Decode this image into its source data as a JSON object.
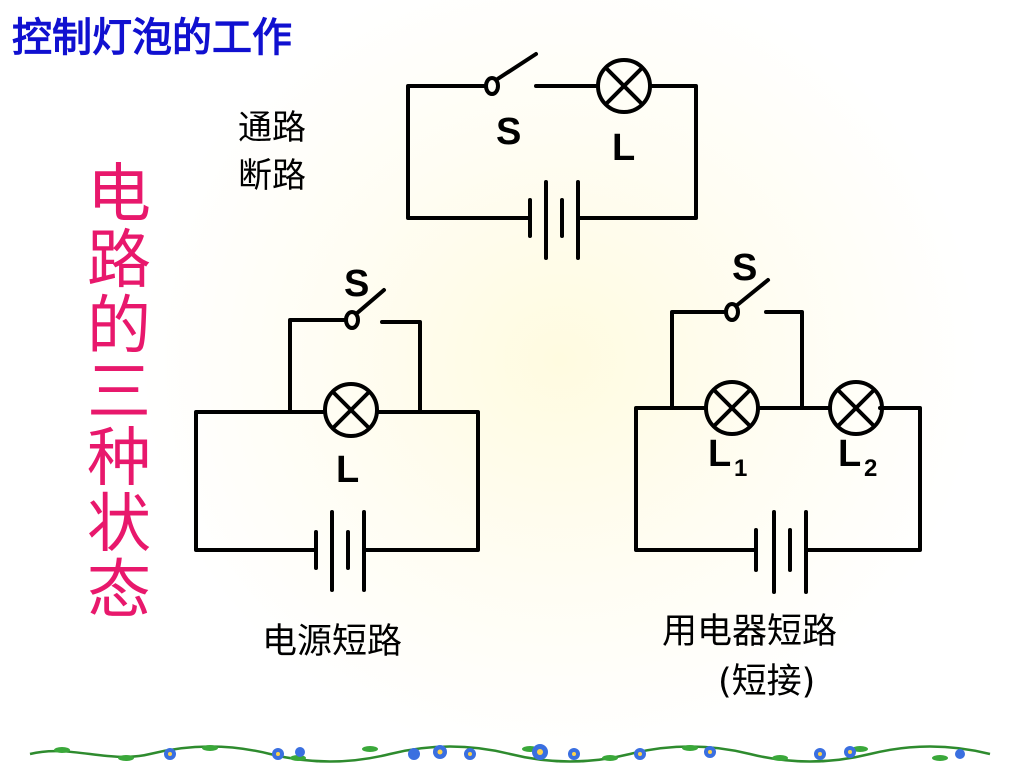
{
  "slide": {
    "title": "控制灯泡的工作",
    "vertical_title": "电路的三种状态",
    "states": {
      "open_closed_1": "通路",
      "open_closed_2": "断路"
    },
    "captions": {
      "source_short": "电源短路",
      "load_short_1": "用电器短路",
      "load_short_2": "(短接)"
    }
  },
  "circuits": {
    "top": {
      "switch_label": "S",
      "lamp_label": "L"
    },
    "left": {
      "switch_label": "S",
      "lamp_label": "L"
    },
    "right": {
      "switch_label": "S",
      "lamp1_label": "L",
      "lamp1_sub": "1",
      "lamp2_label": "L",
      "lamp2_sub": "2"
    }
  },
  "colors": {
    "title": "#1010d0",
    "vertical_title": "#e8186c",
    "wire": "#000000",
    "flower_blue": "#3a6fe0",
    "vine_green": "#2e8b2e"
  }
}
